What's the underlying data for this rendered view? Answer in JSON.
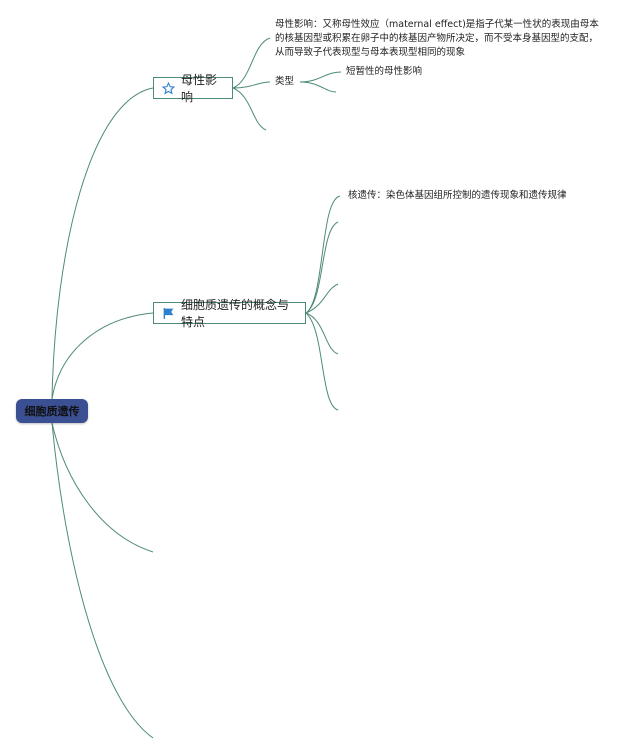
{
  "root": {
    "label": "细胞质遗传"
  },
  "branches": [
    {
      "label": "母性影响",
      "icon": "star-icon",
      "definition": "母性影响：又称母性效应（maternal effect)是指子代某一性状的表现由母本的核基因型或积累在卵子中的核基因产物所决定，而不受本身基因型的支配，从而导致子代表现型与母本表现型相同的现象",
      "type_label": "类型",
      "type_children": [
        "短暂性的母性影响"
      ]
    },
    {
      "label": "细胞质遗传的概念与特点",
      "icon": "flag-icon",
      "children": [
        "核遗传：染色体基因组所控制的遗传现象和遗传规律"
      ]
    }
  ],
  "colors": {
    "line": "#4d8a78",
    "root_bg": "#3b4f93",
    "icon_blue": "#2f7fd0"
  }
}
